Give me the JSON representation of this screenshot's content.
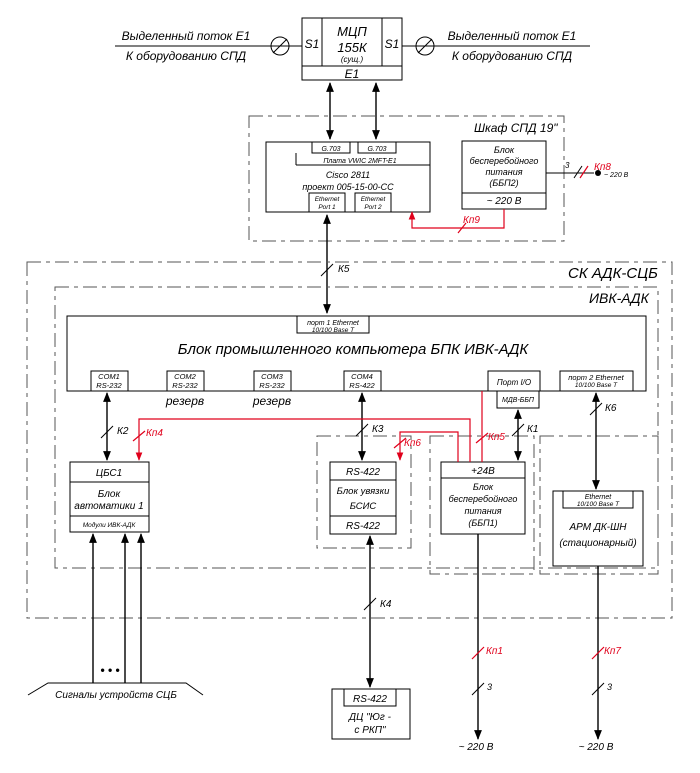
{
  "top": {
    "left_stream": "Выделенный поток Е1",
    "left_equipment": "К оборудованию СПД",
    "right_stream": "Выделенный поток Е1",
    "right_equipment": "К оборудованию СПД",
    "mcp_title": "МЦП",
    "mcp_model": "155К",
    "mcp_note": "(сущ.)",
    "mcp_port_left": "S1",
    "mcp_port_right": "S1",
    "mcp_e1": "Е1"
  },
  "spd_cabinet": {
    "label": "Шкаф СПД 19\"",
    "g703_a": "G.703",
    "g703_b": "G.703",
    "vwic": "Плата VWIC 2MFT-E1",
    "cisco": "Cisco 2811",
    "project": "проект 005-15-00-СС",
    "eth1_l1": "Ethernet",
    "eth1_l2": "Port 1",
    "eth2_l1": "Ethernet",
    "eth2_l2": "Port 2",
    "ups2_l1": "Блок",
    "ups2_l2": "бесперебойного",
    "ups2_l3": "питания",
    "ups2_l4": "(ББП2)",
    "ups2_volt": "~ 220 В",
    "kp8": "Кп8",
    "kp8_count": "3",
    "kp8_volt": "~ 220 В",
    "kp9": "Кп9"
  },
  "sk": {
    "label": "СК АДК-СЦБ",
    "k5": "К5",
    "ivk_label": "ИВК-АДК",
    "port1_l1": "порт 1 Ethernet",
    "port1_l2": "10/100 Base T",
    "bpk_title": "Блок промышленного компьютера БПК ИВК-АДК",
    "com1_l1": "COM1",
    "com1_l2": "RS-232",
    "com2_l1": "COM2",
    "com2_l2": "RS-232",
    "com2_res": "резерв",
    "com3_l1": "COM3",
    "com3_l2": "RS-232",
    "com3_res": "резерв",
    "com4_l1": "COM4",
    "com4_l2": "RS-422",
    "portio": "Порт I/O",
    "mdv": "МДВ-ББП",
    "port2_l1": "порт 2 Ethernet",
    "port2_l2": "10/100 Base T",
    "k1": "К1",
    "k2": "К2",
    "k3": "К3",
    "k6": "К6",
    "kp4": "Кп4",
    "kp5": "Кп5",
    "kp6": "Кп6"
  },
  "blocks": {
    "cbs1": "ЦБС1",
    "auto_l1": "Блок",
    "auto_l2": "автоматики 1",
    "modules": "Модули ИВК-АДК",
    "rs422_a": "RS-422",
    "link_l1": "Блок увязки",
    "link_l2": "БСИС",
    "rs422_b": "RS-422",
    "plus24": "+24В",
    "ups1_l1": "Блок",
    "ups1_l2": "бесперебойного",
    "ups1_l3": "питания",
    "ups1_l4": "(ББП1)",
    "arm_eth_l1": "Ethernet",
    "arm_eth_l2": "10/100 Base T",
    "arm_l1": "АРМ ДК-ШН",
    "arm_l2": "(стационарный)"
  },
  "bottom": {
    "k4": "К4",
    "signals": "Сигналы устройств СЦБ",
    "dots": "• • •",
    "rs422_dc": "RS-422",
    "dc_l1": "ДЦ \"Юг -",
    "dc_l2": "с РКП\"",
    "kp1": "Кп1",
    "kp1_count": "3",
    "kp1_volt": "~ 220 В",
    "kp7": "Кп7",
    "kp7_count": "3",
    "kp7_volt": "~ 220 В"
  },
  "colors": {
    "accent_red": "#e0001b",
    "line": "#000000",
    "dash": "#555555"
  }
}
